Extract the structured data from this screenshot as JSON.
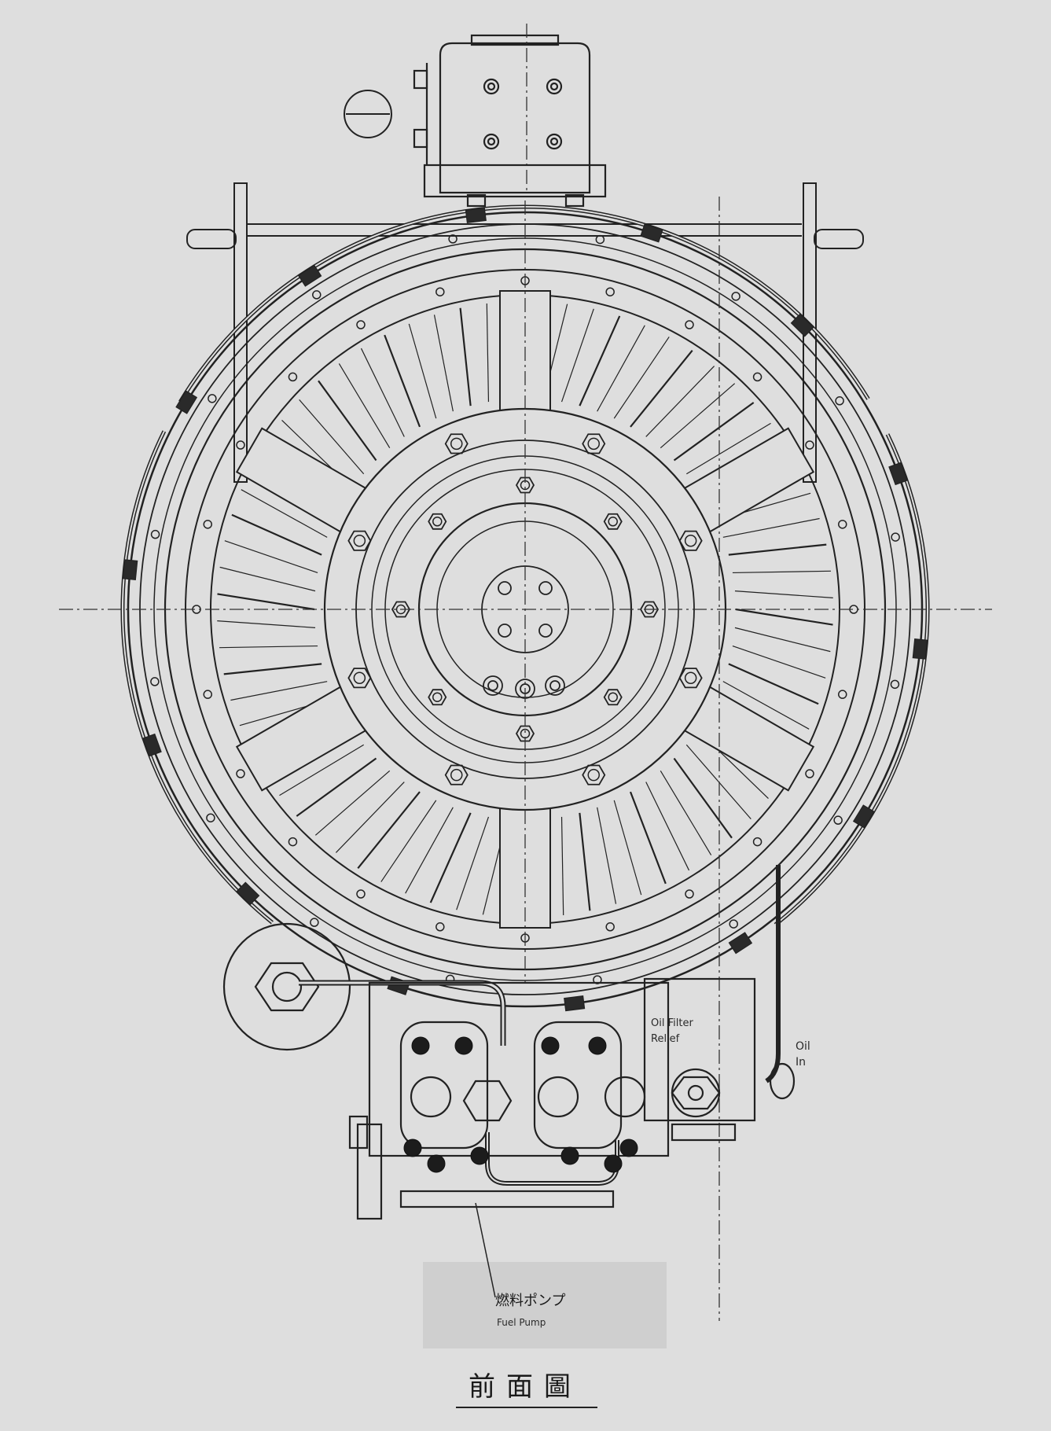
{
  "drawing": {
    "caption": "前面圖",
    "note_label_main": "燃料ポンプ",
    "note_label_sub": "Fuel Pump",
    "oil_label": "Oil",
    "oil_label_sub": "In",
    "side_label_line1": "Oil Filter",
    "side_label_line2": "Relief",
    "background_color": "#dedede",
    "ink_color": "#222222",
    "spoke_count": 6,
    "fin_count": 72
  }
}
